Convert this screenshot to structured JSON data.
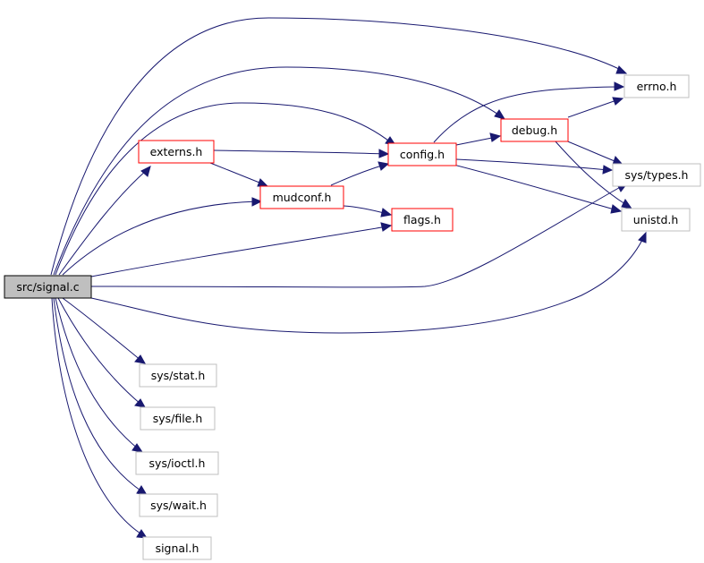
{
  "colors": {
    "edge": "#191970",
    "border_root": "#000000",
    "fill_root": "#bfbfbf",
    "border_documented": "#ff0000",
    "border_external": "#bfbfbf",
    "fill_node": "#ffffff"
  },
  "nodes": {
    "signal_c": {
      "label": "src/signal.c",
      "kind": "root"
    },
    "externs_h": {
      "label": "externs.h",
      "kind": "documented"
    },
    "mudconf_h": {
      "label": "mudconf.h",
      "kind": "documented"
    },
    "config_h": {
      "label": "config.h",
      "kind": "documented"
    },
    "debug_h": {
      "label": "debug.h",
      "kind": "documented"
    },
    "flags_h": {
      "label": "flags.h",
      "kind": "documented"
    },
    "errno_h": {
      "label": "errno.h",
      "kind": "external"
    },
    "types_h": {
      "label": "sys/types.h",
      "kind": "external"
    },
    "unistd_h": {
      "label": "unistd.h",
      "kind": "external"
    },
    "stat_h": {
      "label": "sys/stat.h",
      "kind": "external"
    },
    "file_h": {
      "label": "sys/file.h",
      "kind": "external"
    },
    "ioctl_h": {
      "label": "sys/ioctl.h",
      "kind": "external"
    },
    "wait_h": {
      "label": "sys/wait.h",
      "kind": "external"
    },
    "signal_h": {
      "label": "signal.h",
      "kind": "external"
    }
  },
  "edges": [
    {
      "from": "src/signal.c",
      "to": "errno.h"
    },
    {
      "from": "src/signal.c",
      "to": "debug.h"
    },
    {
      "from": "src/signal.c",
      "to": "config.h"
    },
    {
      "from": "src/signal.c",
      "to": "externs.h"
    },
    {
      "from": "src/signal.c",
      "to": "mudconf.h"
    },
    {
      "from": "src/signal.c",
      "to": "flags.h"
    },
    {
      "from": "src/signal.c",
      "to": "sys/types.h"
    },
    {
      "from": "src/signal.c",
      "to": "unistd.h"
    },
    {
      "from": "src/signal.c",
      "to": "sys/stat.h"
    },
    {
      "from": "src/signal.c",
      "to": "sys/file.h"
    },
    {
      "from": "src/signal.c",
      "to": "sys/ioctl.h"
    },
    {
      "from": "src/signal.c",
      "to": "sys/wait.h"
    },
    {
      "from": "src/signal.c",
      "to": "signal.h"
    },
    {
      "from": "externs.h",
      "to": "config.h"
    },
    {
      "from": "externs.h",
      "to": "mudconf.h"
    },
    {
      "from": "mudconf.h",
      "to": "config.h"
    },
    {
      "from": "mudconf.h",
      "to": "flags.h"
    },
    {
      "from": "config.h",
      "to": "errno.h"
    },
    {
      "from": "config.h",
      "to": "debug.h"
    },
    {
      "from": "config.h",
      "to": "sys/types.h"
    },
    {
      "from": "config.h",
      "to": "unistd.h"
    },
    {
      "from": "debug.h",
      "to": "errno.h"
    },
    {
      "from": "debug.h",
      "to": "sys/types.h"
    },
    {
      "from": "debug.h",
      "to": "unistd.h"
    }
  ]
}
